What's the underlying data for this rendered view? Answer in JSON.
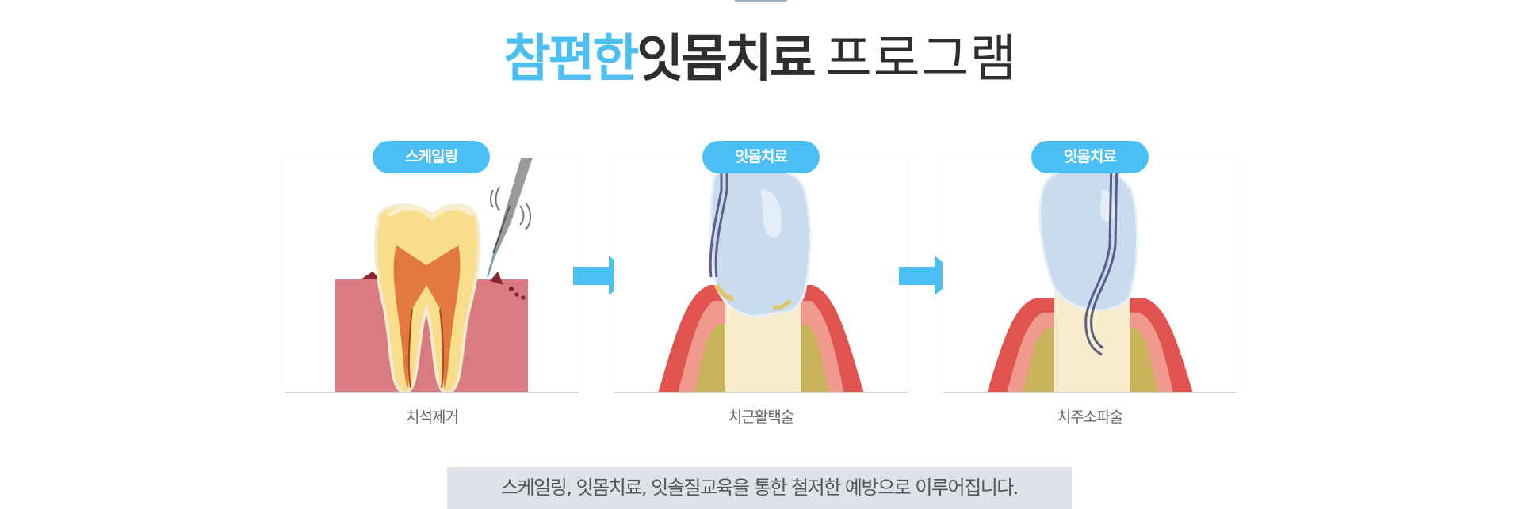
{
  "header": {
    "title_accent": "참편한",
    "title_strong": "잇몸치료",
    "title_light": "프로그램"
  },
  "steps": [
    {
      "badge": "스케일링",
      "caption": "치석제거",
      "illustration": "tooth-scaling-illustration"
    },
    {
      "badge": "잇몸치료",
      "caption": "치근활택술",
      "illustration": "root-planing-illustration"
    },
    {
      "badge": "잇몸치료",
      "caption": "치주소파술",
      "illustration": "curettage-illustration"
    }
  ],
  "arrows": [
    "arrow-right-icon",
    "arrow-right-icon"
  ],
  "footer": {
    "summary": "스케일링, 잇몸치료, 잇솔질교육을 통한 철저한 예방으로 이루어집니다."
  },
  "colors": {
    "accent": "#4bbff4",
    "title_dark": "#2e2e2e",
    "caption": "#666666",
    "banner_bg": "#dde3e9",
    "card_border": "#d2d2d2"
  }
}
